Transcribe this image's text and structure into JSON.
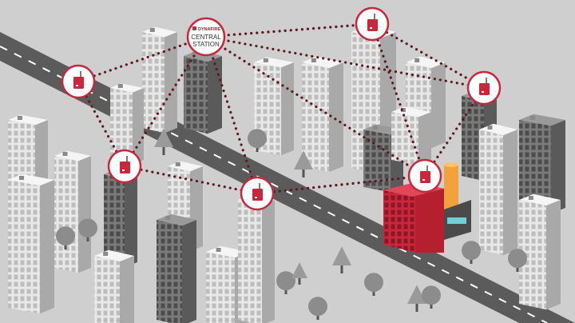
{
  "central_station": {
    "brand_prefix": "DYNA",
    "brand_suffix": "FIRE",
    "line1": "CENTRAL",
    "line2": "STATION"
  },
  "transmitter_nodes": [
    {
      "id": "node-1"
    },
    {
      "id": "node-2"
    },
    {
      "id": "node-3"
    },
    {
      "id": "node-4"
    },
    {
      "id": "node-5"
    },
    {
      "id": "node-6"
    },
    {
      "id": "node-7"
    }
  ],
  "colors": {
    "background": "#cfcfcf",
    "accent": "#c8283c",
    "road": "#5a5a5a",
    "road_marking": "#ffffff",
    "link_dots": "#5c1a24",
    "building_light": "#ececec",
    "building_shade": "#a8a8a8",
    "building_dark": "#6e6e6e",
    "tree": "#8c8c8c",
    "smokestack": "#f2a23a"
  }
}
